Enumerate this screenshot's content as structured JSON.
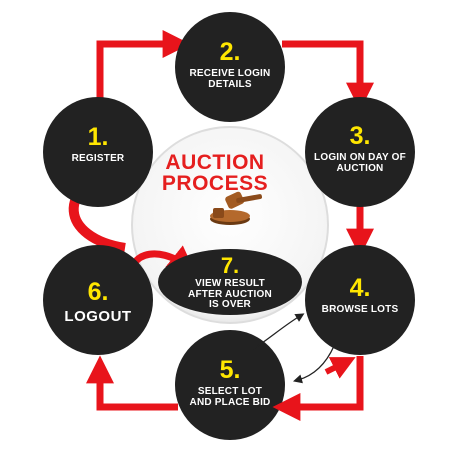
{
  "title": [
    "AUCTION",
    "PROCESS"
  ],
  "colors": {
    "circle": "#222222",
    "arrow": "#e8141b",
    "number": "#ffe600",
    "title": "#e51f1f",
    "label": "#ffffff"
  },
  "steps": [
    {
      "num": "1.",
      "label": "REGISTER"
    },
    {
      "num": "2.",
      "label": "RECEIVE LOGIN DETAILS"
    },
    {
      "num": "3.",
      "label": "LOGIN ON DAY OF AUCTION"
    },
    {
      "num": "4.",
      "label": "BROWSE LOTS"
    },
    {
      "num": "5.",
      "label": "SELECT LOT AND PLACE BID"
    },
    {
      "num": "6.",
      "label": "LOGOUT"
    },
    {
      "num": "7.",
      "label": "VIEW RESULT AFTER AUCTION IS OVER"
    }
  ],
  "center_icon": "gavel-icon"
}
